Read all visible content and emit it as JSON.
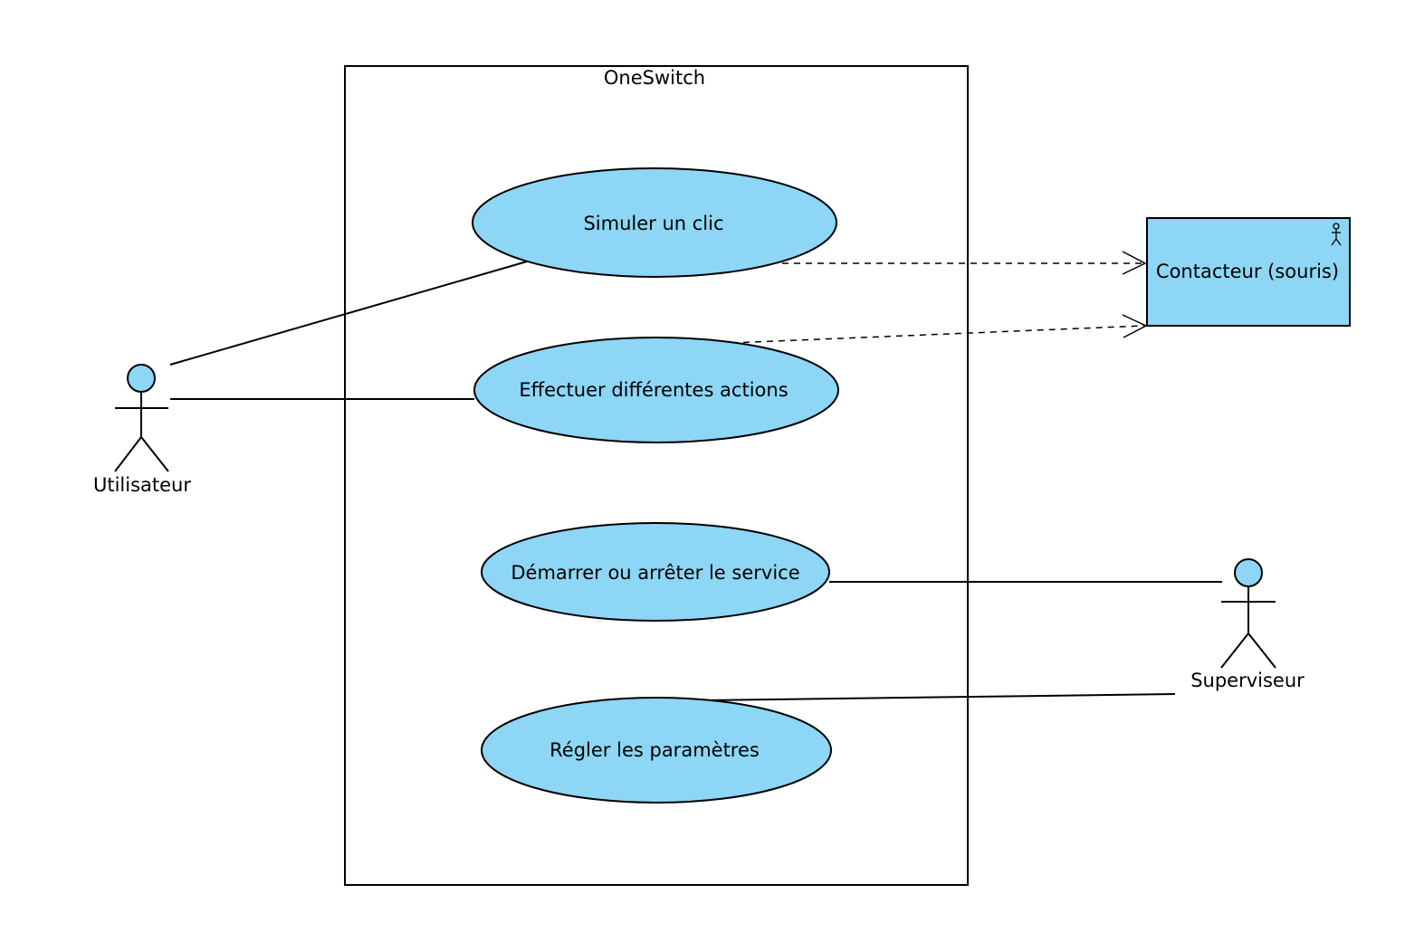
{
  "system": {
    "title": "OneSwitch"
  },
  "use_cases": [
    {
      "id": "uc-simuler",
      "label": "Simuler un clic"
    },
    {
      "id": "uc-effectuer",
      "label": "Effectuer différentes actions"
    },
    {
      "id": "uc-demarrer",
      "label": "Démarrer ou arrêter le service"
    },
    {
      "id": "uc-regler",
      "label": "Régler les paramètres"
    }
  ],
  "actors": {
    "utilisateur": {
      "label": "Utilisateur"
    },
    "superviseur": {
      "label": "Superviseur"
    },
    "contacteur": {
      "label": "Contacteur (souris)",
      "icon": "actor-stick-figure-icon"
    }
  },
  "colors": {
    "fill": "#8dd6f5",
    "stroke": "#000000",
    "background": "#ffffff"
  }
}
